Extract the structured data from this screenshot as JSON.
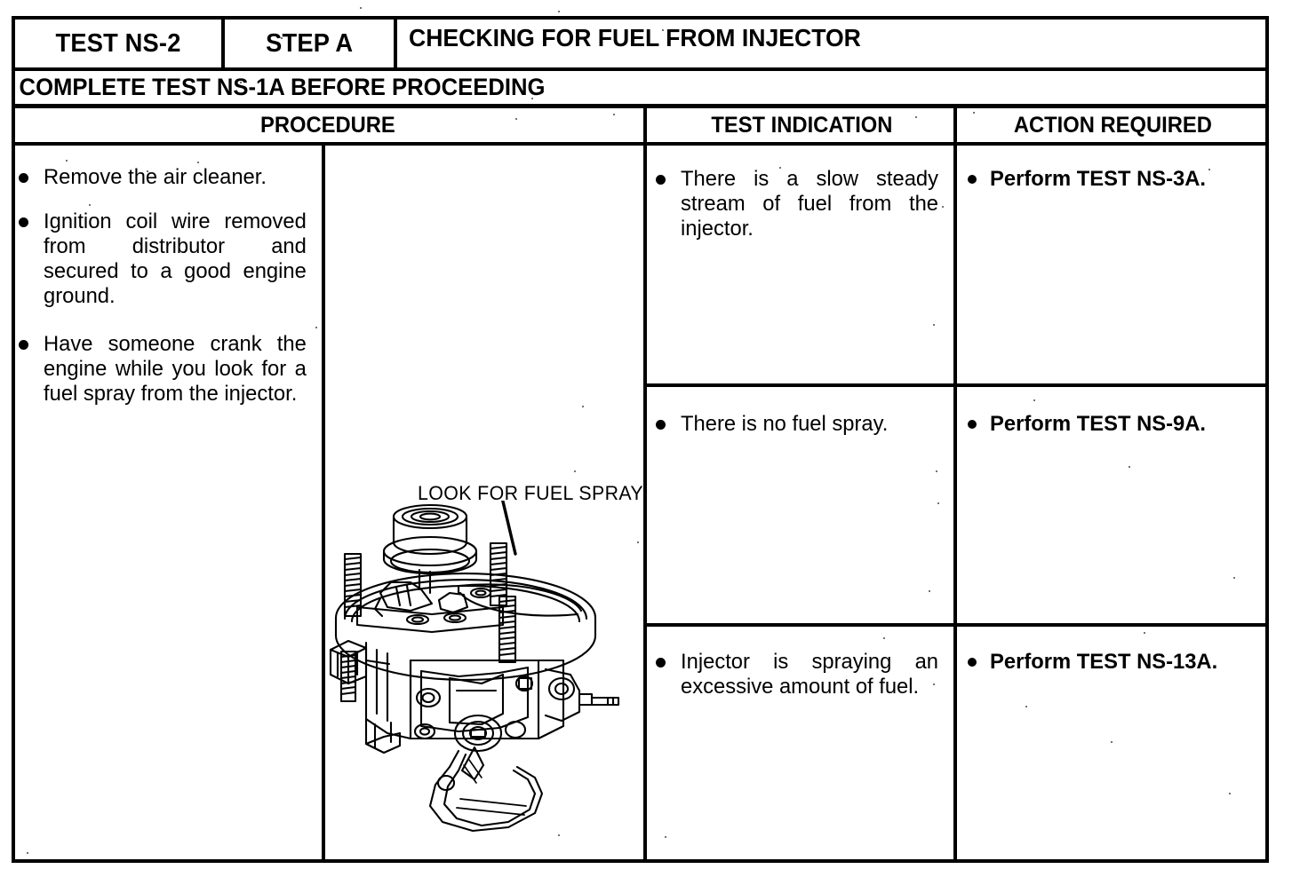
{
  "header": {
    "test_id": "TEST NS-2",
    "step_id": "STEP A",
    "title": "CHECKING FOR FUEL FROM INJECTOR",
    "prerequisite": "COMPLETE TEST NS-1A BEFORE PROCEEDING"
  },
  "columns": {
    "procedure": "PROCEDURE",
    "indication": "TEST INDICATION",
    "action": "ACTION REQUIRED"
  },
  "procedure": {
    "steps": [
      "Remove the air cleaner.",
      "Ignition coil wire removed from distributor and secured to a good engine ground.",
      "Have someone crank the engine while you look for a fuel spray from the injector."
    ]
  },
  "figure": {
    "caption": "LOOK FOR FUEL SPRAY",
    "subject": "throttle-body-fuel-injection-unit"
  },
  "rows": [
    {
      "indication": "There is a slow steady stream of fuel from the injector.",
      "action": "Perform TEST NS-3A."
    },
    {
      "indication": "There is no fuel spray.",
      "action": "Perform TEST NS-9A."
    },
    {
      "indication": "Injector is spraying an excessive amount of fuel.",
      "action": "Perform TEST NS-13A."
    }
  ],
  "colors": {
    "ink": "#000000",
    "paper": "#ffffff"
  }
}
